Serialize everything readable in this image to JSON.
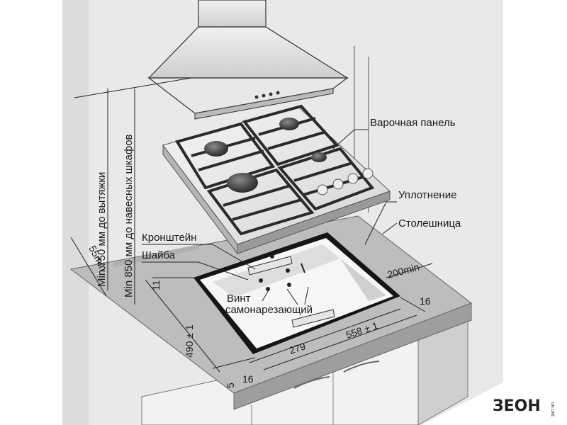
{
  "labels": {
    "hob": "Варочная панель",
    "seal": "Уплотнение",
    "countertop": "Столешница",
    "bracket": "Кронштейн",
    "washer": "Шайба",
    "screw_line1": "Винт",
    "screw_line2": "самонарезающий"
  },
  "vertical_notes": {
    "hood_clearance": "Min 750 мм до вытяжки",
    "cabinet_clearance": "Min 850 мм до навесных шкафов"
  },
  "dimensions": {
    "d55": "55min",
    "d11": "11",
    "d490": "490 ± 1",
    "d5": "5",
    "d16_front": "16",
    "d279": "279",
    "d558": "558 ± 1",
    "d200": "200min",
    "d16_right": "16"
  },
  "logo": {
    "text": "ЗЕОН",
    "small": "ON LINE"
  }
}
